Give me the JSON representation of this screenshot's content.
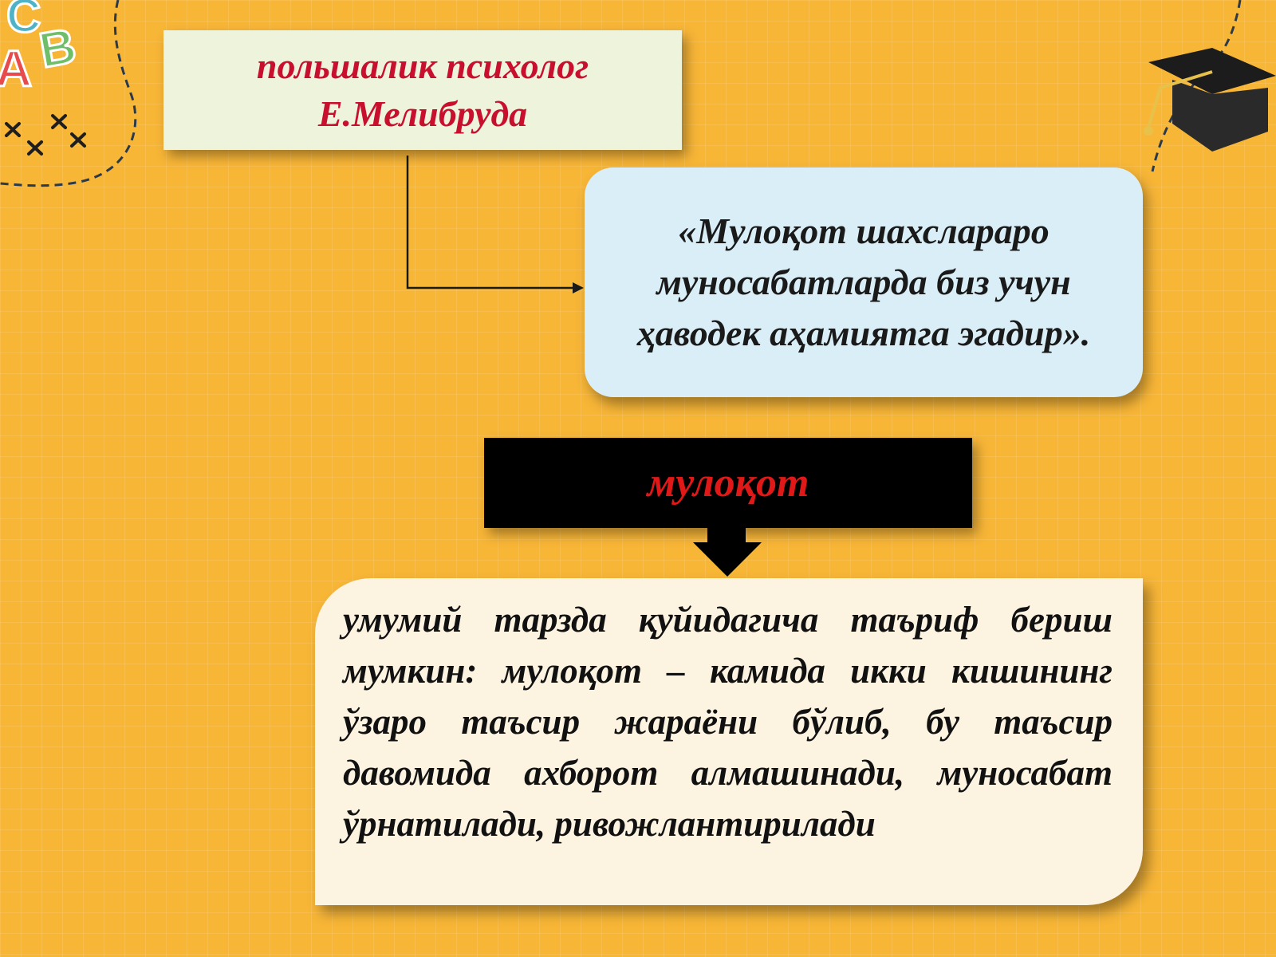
{
  "source": {
    "line1": "польшалик психолог",
    "line2": "Е.Мелибруда"
  },
  "quote": {
    "text": "«Мулоқот шахслараро муносабатларда биз учун ҳаводек аҳамиятга эгадир»."
  },
  "term": {
    "text": "мулоқот"
  },
  "definition": {
    "text": "умумий тарзда қуйидагича таъриф бериш мумкин: мулоқот – камида икки кишининг ўзаро таъсир жараёни бўлиб, бу таъсир давомида ахборот алмашинади, муносабат ўрнатилади, ривожлантирилади"
  },
  "decorations": {
    "letters": [
      "C",
      "A",
      "B"
    ],
    "icons": [
      "alphabet-blocks-icon",
      "cross-marks-icon",
      "graduation-cap-icon"
    ],
    "colors": {
      "background": "#f8b637",
      "accent_red": "#c8102e",
      "term_red": "#e01818",
      "quote_bg": "#d9eef6",
      "source_bg": "#eef3dc",
      "definition_bg": "#fdf3e1"
    }
  }
}
